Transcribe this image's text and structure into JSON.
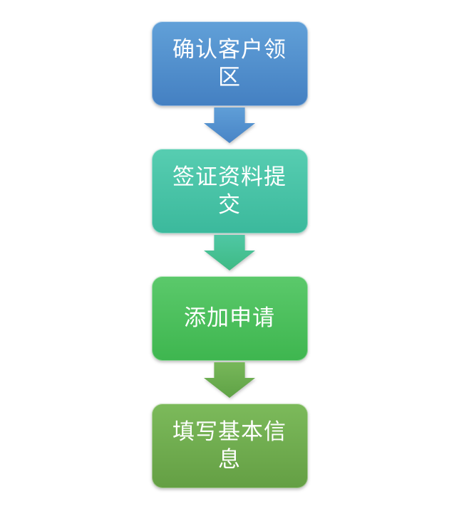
{
  "page": {
    "background": "#ffffff",
    "description": "vertical-process-flowchart"
  },
  "flowchart": {
    "type": "vertical-process",
    "text_color": "#ffffff",
    "steps": [
      {
        "id": "step-1",
        "label": "确认客户领区",
        "fill_top": "#61a0d8",
        "fill_bottom": "#4480c2"
      },
      {
        "id": "step-2",
        "label": "签证资料提交",
        "fill_top": "#57cdb1",
        "fill_bottom": "#3bb99c"
      },
      {
        "id": "step-3",
        "label": "添加申请",
        "fill_top": "#5bc96b",
        "fill_bottom": "#3eb64f"
      },
      {
        "id": "step-4",
        "label": "填写基本信息",
        "fill_top": "#7cba5b",
        "fill_bottom": "#649f44"
      }
    ],
    "arrows": [
      {
        "direction": "down",
        "fill_top": "#5f9ed7",
        "fill_bottom": "#4884c6"
      },
      {
        "direction": "down",
        "fill_top": "#4fc7a4",
        "fill_bottom": "#3eba84"
      },
      {
        "direction": "down",
        "fill_top": "#77b75a",
        "fill_bottom": "#5fa245"
      }
    ]
  }
}
